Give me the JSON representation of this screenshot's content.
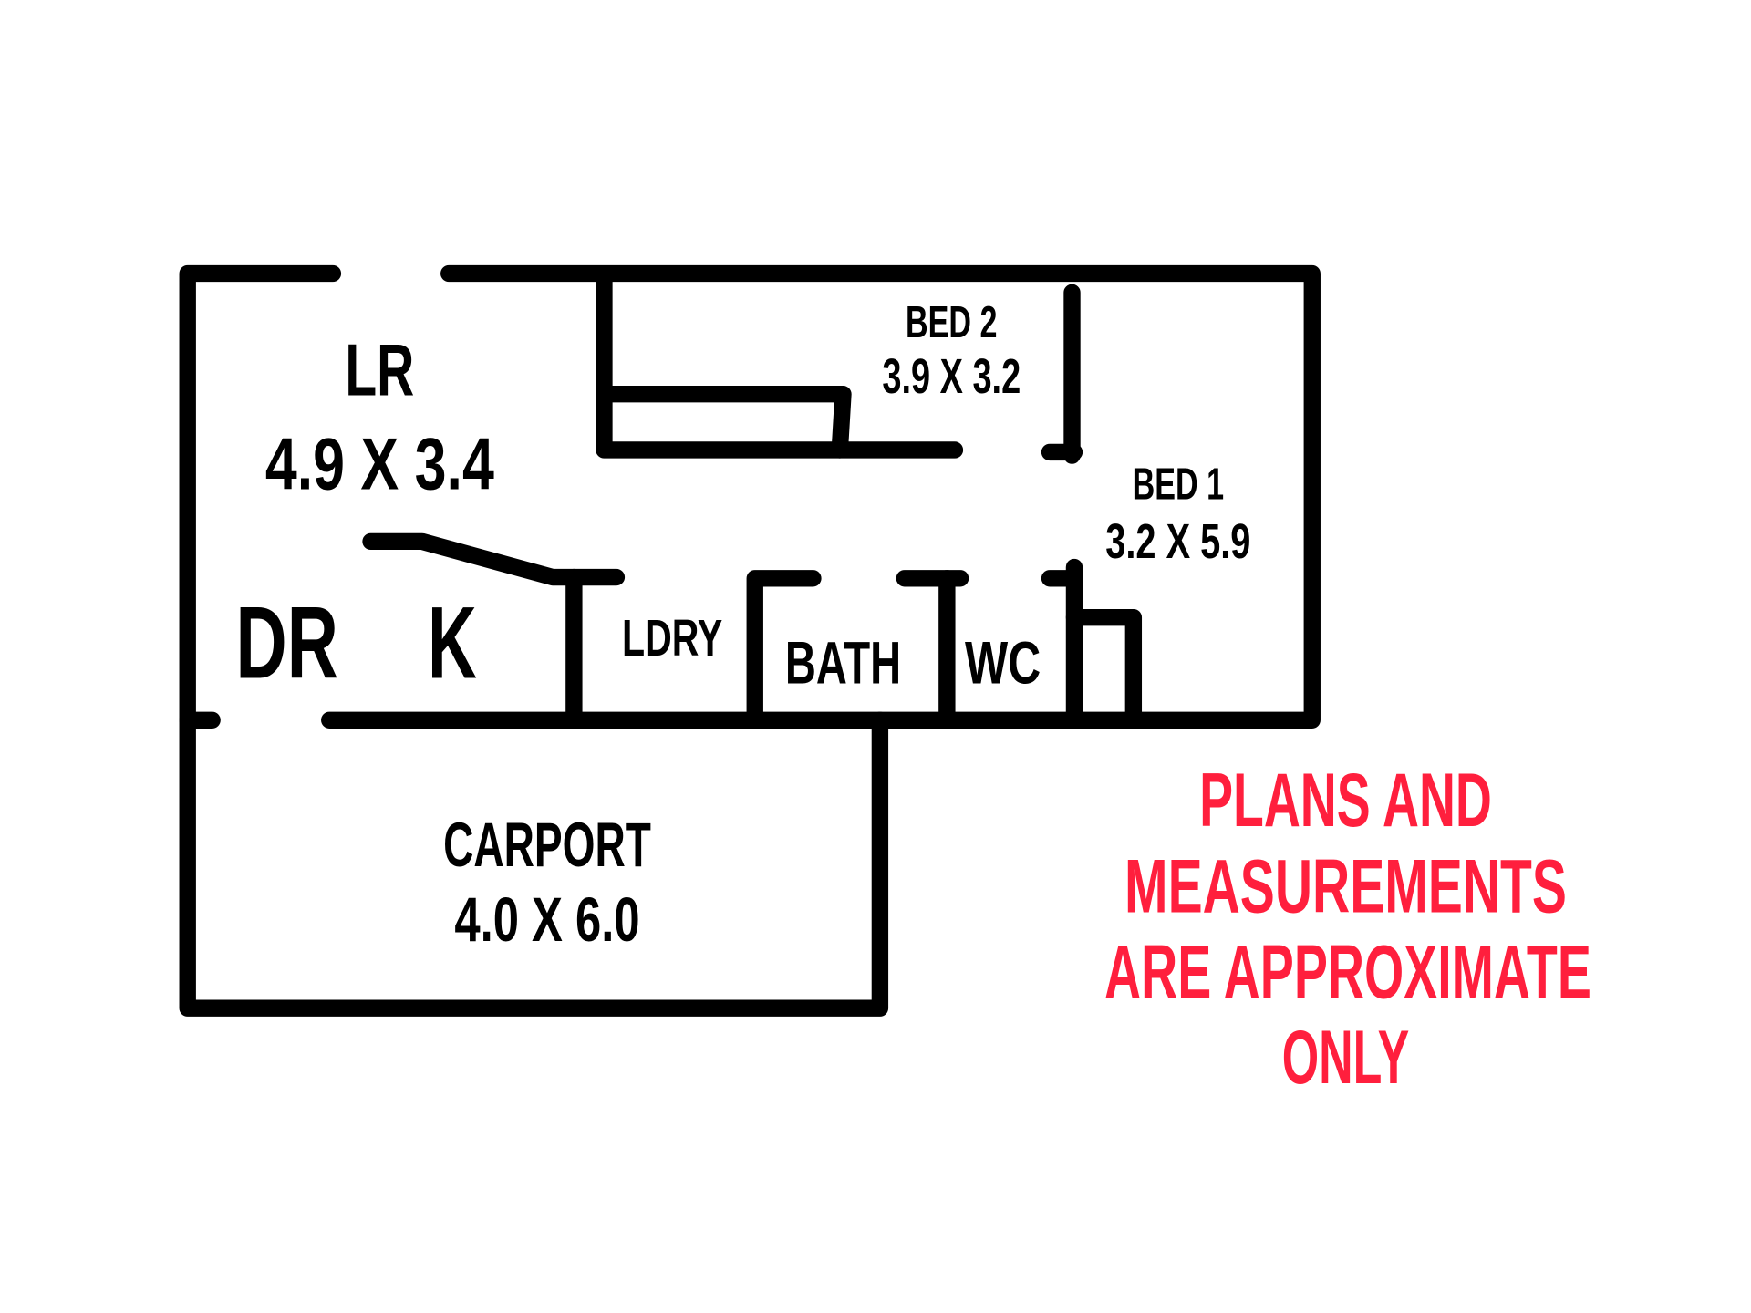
{
  "rooms": {
    "lr": {
      "name": "LR",
      "size": "4.9 X 3.4"
    },
    "bed2": {
      "name": "BED 2",
      "size": "3.9 X 3.2"
    },
    "bed1": {
      "name": "BED 1",
      "size": "3.2 X 5.9"
    },
    "dr": {
      "name": "DR"
    },
    "k": {
      "name": "K"
    },
    "ldry": {
      "name": "LDRY"
    },
    "bath": {
      "name": "BATH"
    },
    "wc": {
      "name": "WC"
    },
    "carport": {
      "name": "CARPORT",
      "size": "4.0 X 6.0"
    }
  },
  "disclaimer": {
    "lines": [
      "PLANS AND",
      "MEASUREMENTS",
      "ARE APPROXIMATE",
      "ONLY"
    ],
    "color": "#ff1f3d"
  }
}
